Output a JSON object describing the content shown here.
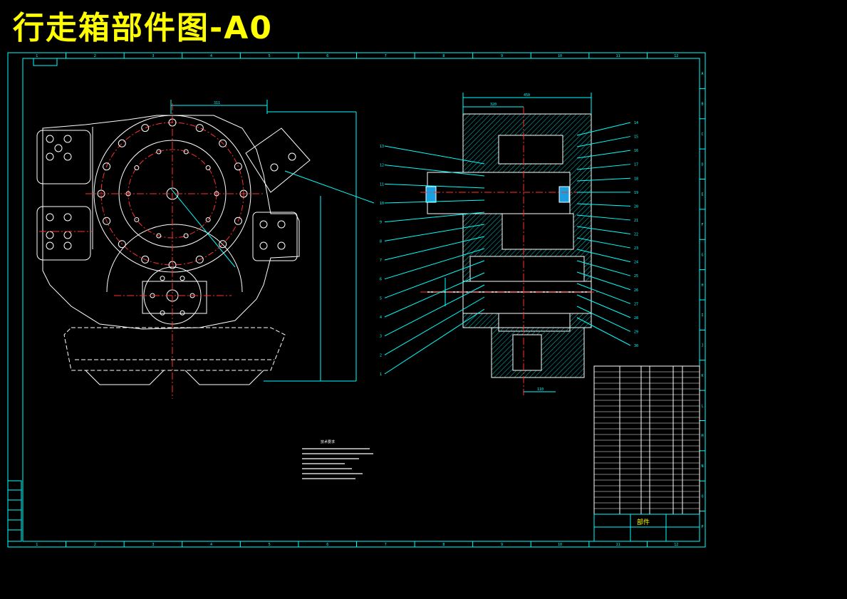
{
  "title": "行走箱部件图-A0",
  "frame": {
    "zone_columns": [
      "1",
      "2",
      "3",
      "4",
      "5",
      "6",
      "7",
      "8",
      "9",
      "10",
      "11",
      "12"
    ],
    "zone_rows": [
      "A",
      "B",
      "C",
      "D",
      "E",
      "F",
      "G",
      "H",
      "I",
      "J",
      "K",
      "L",
      "M",
      "N",
      "O",
      "P"
    ]
  },
  "title_block": {
    "label": "部件",
    "tech_requirements_heading": "技术要求"
  },
  "dimensions": {
    "left_top": "311",
    "section_top": "450",
    "section_sub": "320",
    "section_bottom": "110"
  },
  "section_callouts_left": [
    "13",
    "12",
    "11",
    "10",
    "9",
    "8",
    "7",
    "6",
    "5",
    "4",
    "3",
    "2",
    "1"
  ],
  "section_callouts_right": [
    "14",
    "15",
    "16",
    "17",
    "18",
    "19",
    "20",
    "21",
    "22",
    "23",
    "24",
    "25",
    "26",
    "27",
    "28",
    "29",
    "30"
  ],
  "colors": {
    "background": "#000000",
    "frame": "#00ffff",
    "geometry": "#ffffff",
    "centerline": "#ff0000",
    "hatch": "#00ffff",
    "highlight": "#00aaff",
    "title": "#ffff00"
  }
}
